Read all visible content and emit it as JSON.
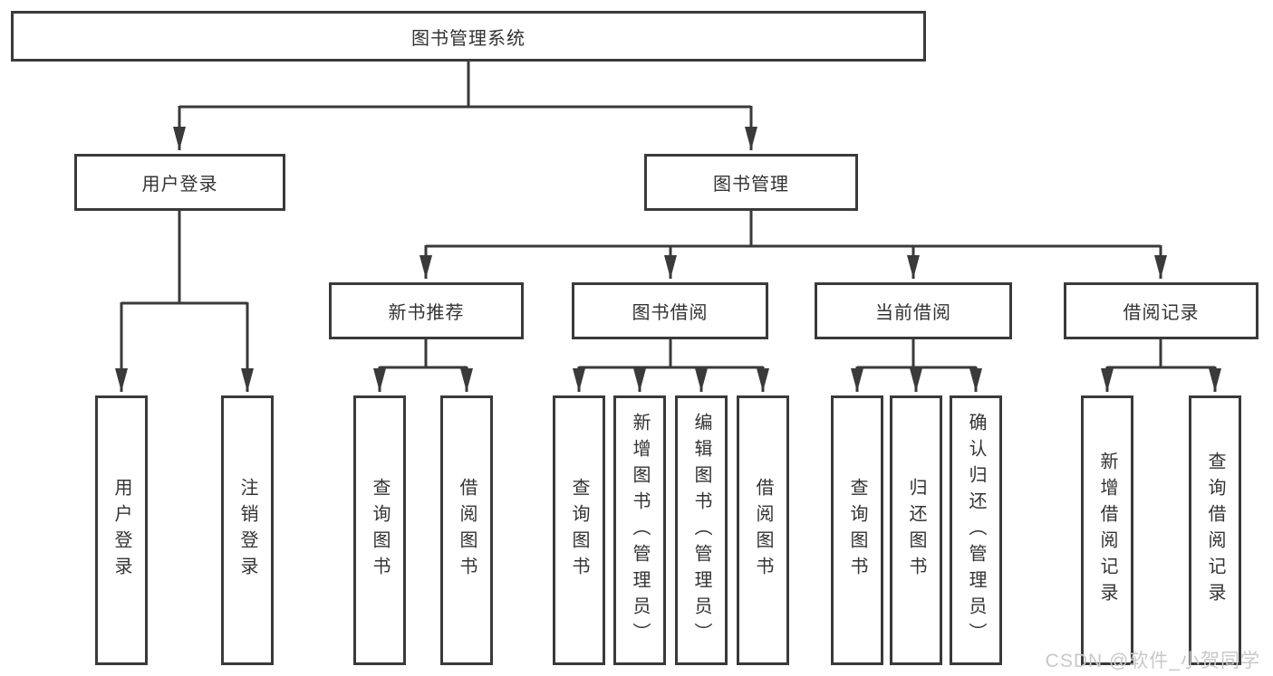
{
  "diagram": {
    "title": "图书管理系统",
    "line_color": "#3a3a3a",
    "box_border_color": "#3a3a3a",
    "text_color": "#333333",
    "level2": [
      {
        "id": "user-login",
        "label": "用户登录"
      },
      {
        "id": "book-management",
        "label": "图书管理"
      }
    ],
    "level3": [
      {
        "id": "new-book-recommend",
        "label": "新书推荐",
        "parent": "book-management"
      },
      {
        "id": "book-borrow",
        "label": "图书借阅",
        "parent": "book-management"
      },
      {
        "id": "current-borrow",
        "label": "当前借阅",
        "parent": "book-management"
      },
      {
        "id": "borrow-records",
        "label": "借阅记录",
        "parent": "book-management"
      }
    ],
    "leaves": [
      {
        "parent": "user-login",
        "label": "用户登录"
      },
      {
        "parent": "user-login",
        "label": "注销登录"
      },
      {
        "parent": "new-book-recommend",
        "label": "查询图书"
      },
      {
        "parent": "new-book-recommend",
        "label": "借阅图书"
      },
      {
        "parent": "book-borrow",
        "label": "查询图书"
      },
      {
        "parent": "book-borrow",
        "label": "新增图书（管理员）"
      },
      {
        "parent": "book-borrow",
        "label": "编辑图书（管理员）"
      },
      {
        "parent": "book-borrow",
        "label": "借阅图书"
      },
      {
        "parent": "current-borrow",
        "label": "查询图书"
      },
      {
        "parent": "current-borrow",
        "label": "归还图书"
      },
      {
        "parent": "current-borrow",
        "label": "确认归还（管理员）"
      },
      {
        "parent": "borrow-records",
        "label": "新增借阅记录"
      },
      {
        "parent": "borrow-records",
        "label": "查询借阅记录"
      }
    ]
  },
  "watermark": {
    "text": "CSDN @软件_小贺同学",
    "color": "#c8c8c8"
  }
}
